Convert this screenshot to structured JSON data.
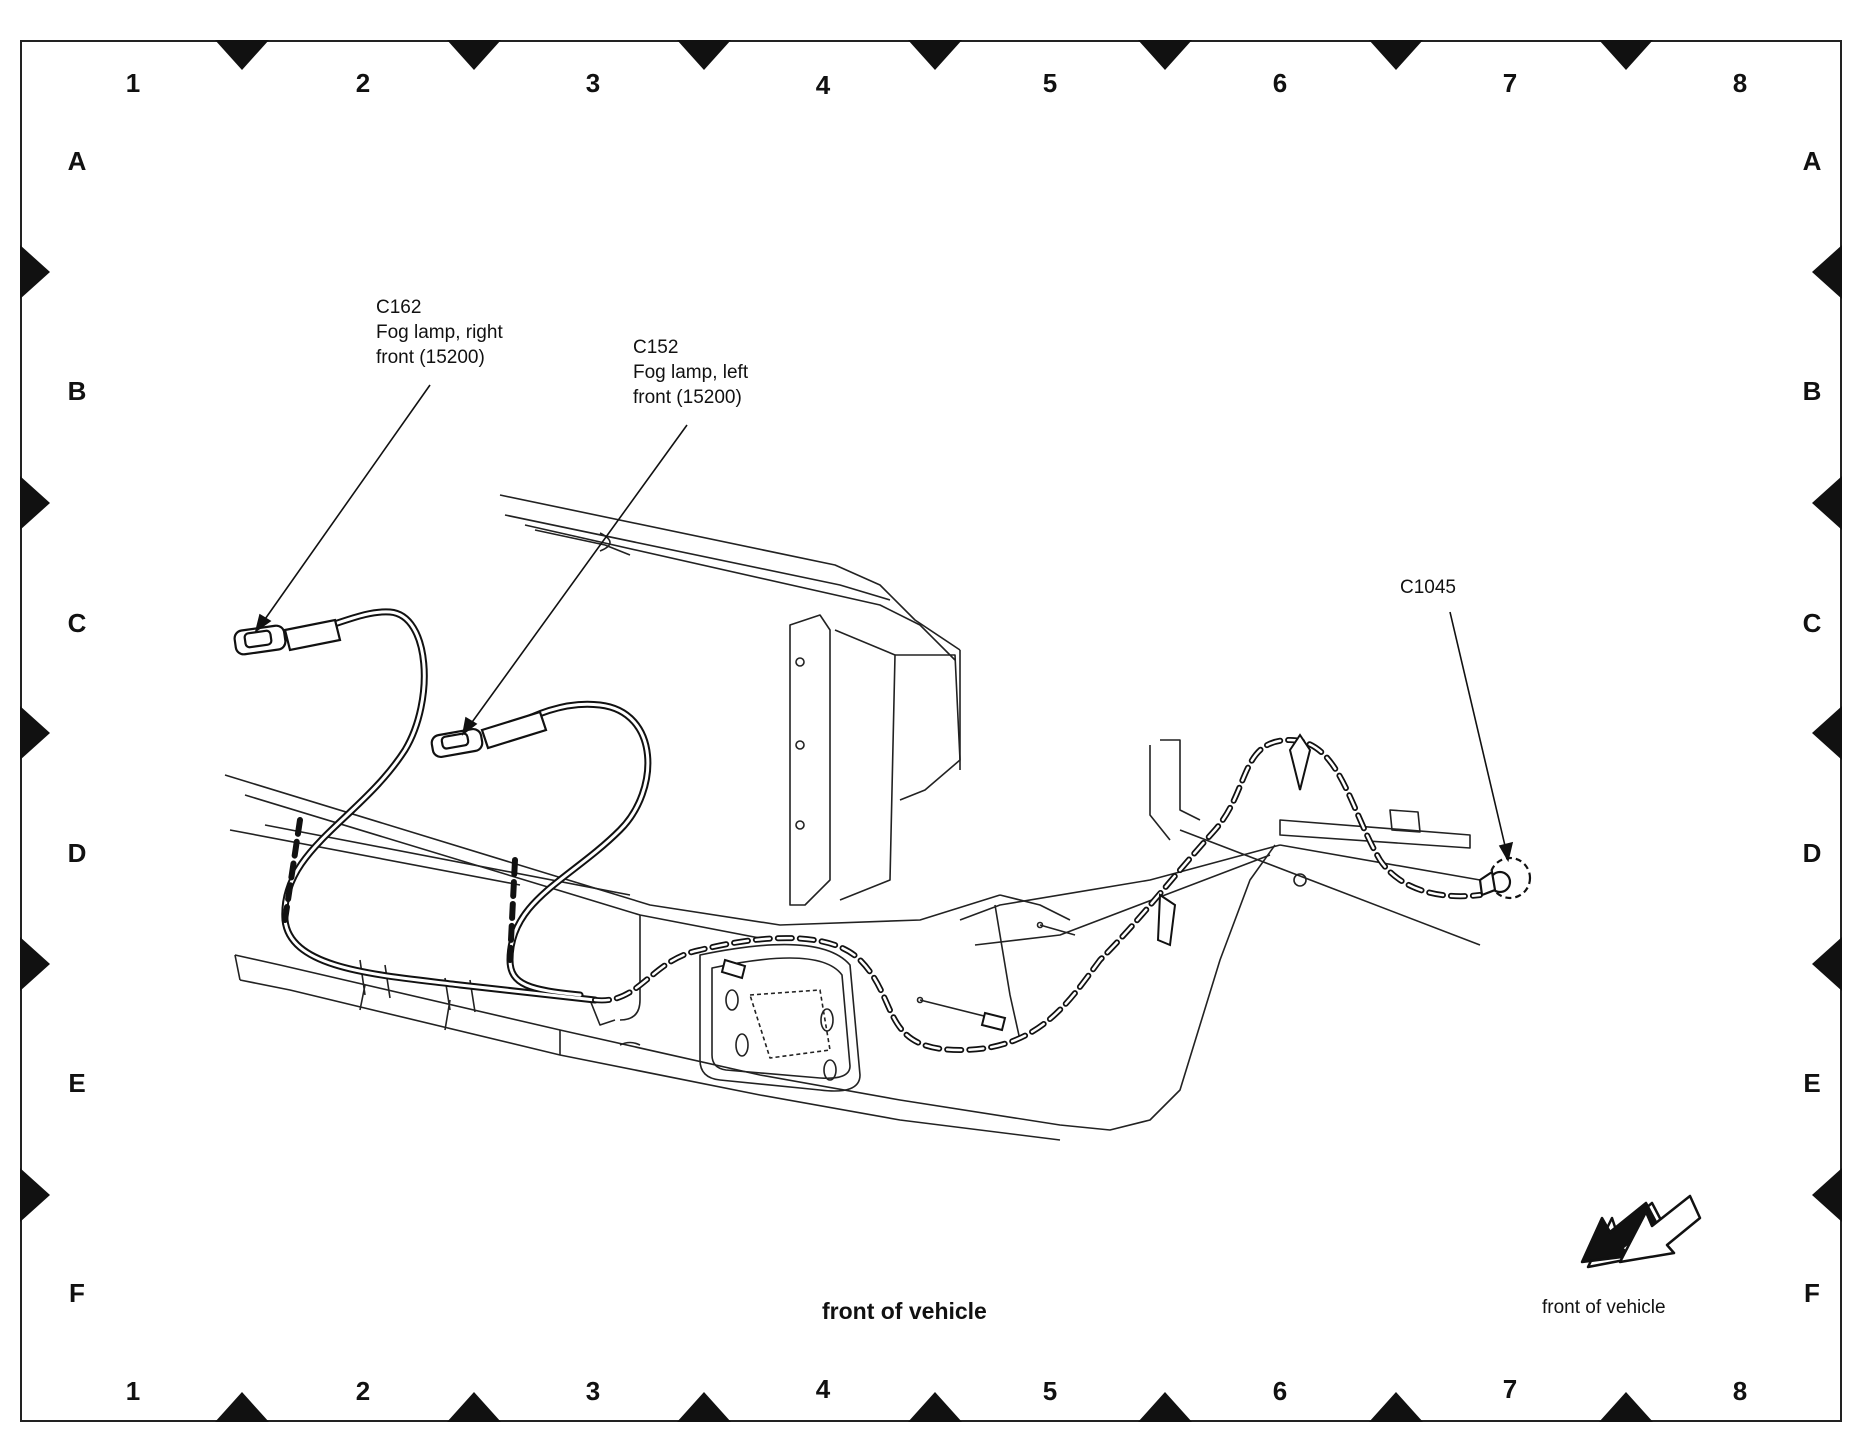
{
  "grid": {
    "columns": [
      "1",
      "2",
      "3",
      "4",
      "5",
      "6",
      "7",
      "8"
    ],
    "rows": [
      "A",
      "B",
      "C",
      "D",
      "E",
      "F"
    ]
  },
  "callouts": {
    "c162": {
      "id": "C162",
      "line1": "Fog lamp, right",
      "line2": "front (15200)"
    },
    "c152": {
      "id": "C152",
      "line1": "Fog lamp, left",
      "line2": "front (15200)"
    },
    "c1045": {
      "id": "C1045"
    }
  },
  "captions": {
    "center": "front of vehicle",
    "arrow": "front of vehicle"
  },
  "colors": {
    "ink": "#111111",
    "frame": "#222222",
    "background": "#ffffff"
  }
}
